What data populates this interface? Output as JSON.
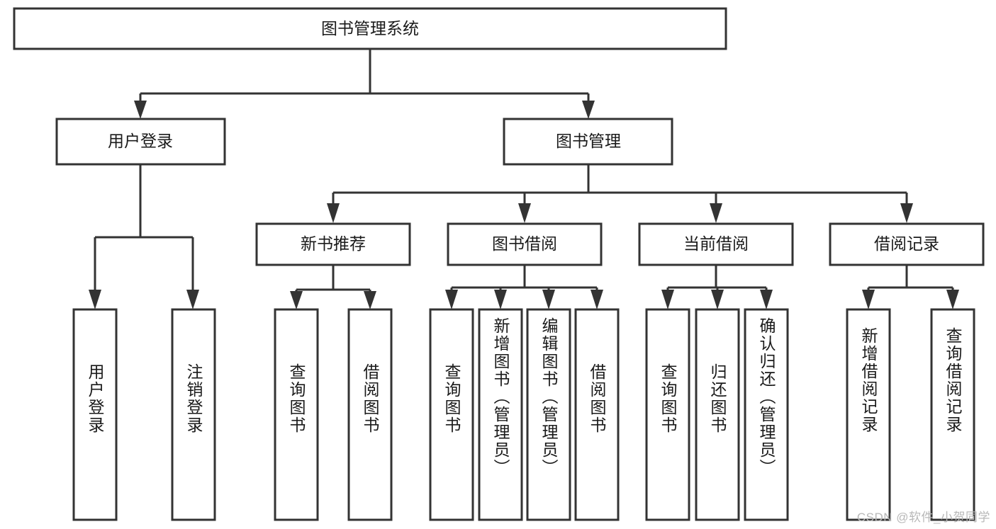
{
  "diagram": {
    "type": "hierarchy-tree",
    "title": "图书管理系统",
    "orientation": "top-down",
    "watermark": "CSDN @软件_小贺同学",
    "colors": {
      "box_stroke": "#333333",
      "box_fill": "#ffffff",
      "text": "#1a1a1a",
      "background": "#ffffff",
      "watermark": "#b8b8b8"
    },
    "root": {
      "id": "root",
      "label": "图书管理系统"
    },
    "level2": [
      {
        "id": "user-login",
        "label": "用户登录"
      },
      {
        "id": "book-manage",
        "label": "图书管理"
      }
    ],
    "level3": [
      {
        "id": "new-book-rec",
        "label": "新书推荐",
        "parent": "book-manage"
      },
      {
        "id": "book-borrow",
        "label": "图书借阅",
        "parent": "book-manage"
      },
      {
        "id": "current-borrow",
        "label": "当前借阅",
        "parent": "book-manage"
      },
      {
        "id": "borrow-record",
        "label": "借阅记录",
        "parent": "book-manage"
      }
    ],
    "leaves": [
      {
        "id": "leaf-user-login",
        "label": "用户登录",
        "parent": "user-login"
      },
      {
        "id": "leaf-logout-login",
        "label": "注销登录",
        "parent": "user-login"
      },
      {
        "id": "leaf-query-book-1",
        "label": "查询图书",
        "parent": "new-book-rec"
      },
      {
        "id": "leaf-borrow-book-1",
        "label": "借阅图书",
        "parent": "new-book-rec"
      },
      {
        "id": "leaf-query-book-2",
        "label": "查询图书",
        "parent": "book-borrow"
      },
      {
        "id": "leaf-add-book",
        "label": "新增图书（管理员）",
        "parent": "book-borrow"
      },
      {
        "id": "leaf-edit-book",
        "label": "编辑图书（管理员）",
        "parent": "book-borrow"
      },
      {
        "id": "leaf-borrow-book-2",
        "label": "借阅图书",
        "parent": "book-borrow"
      },
      {
        "id": "leaf-query-book-3",
        "label": "查询图书",
        "parent": "current-borrow"
      },
      {
        "id": "leaf-return-book",
        "label": "归还图书",
        "parent": "current-borrow"
      },
      {
        "id": "leaf-confirm-return",
        "label": "确认归还（管理员）",
        "parent": "current-borrow"
      },
      {
        "id": "leaf-add-record",
        "label": "新增借阅记录",
        "parent": "borrow-record"
      },
      {
        "id": "leaf-query-record",
        "label": "查询借阅记录",
        "parent": "borrow-record"
      }
    ]
  }
}
